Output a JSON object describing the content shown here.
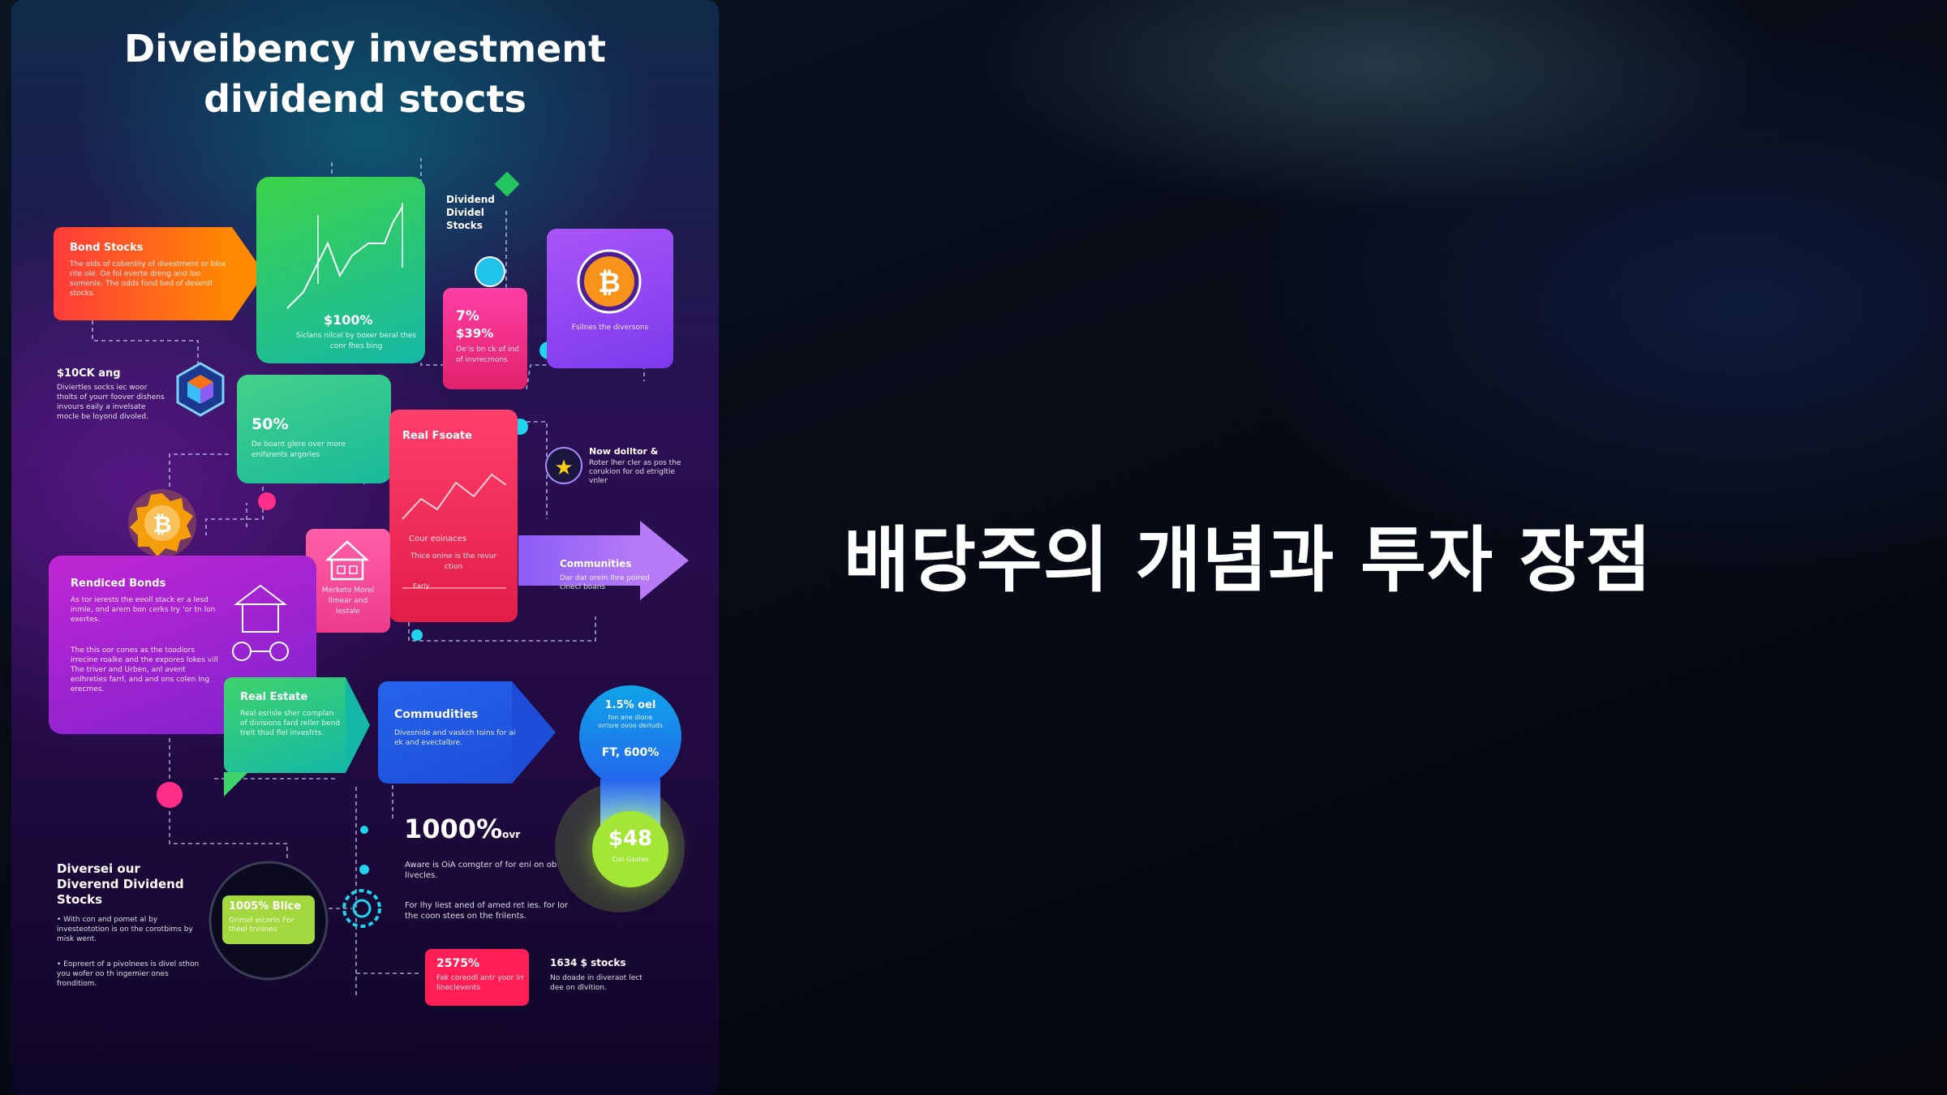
{
  "poster": {
    "title_line1": "Diveibency investment",
    "title_line2": "dividend stocts",
    "dividend_label": "Dividend\nDividel\nStocks",
    "bond_stocks": {
      "title": "Bond Stocks",
      "text": "The olds of cobenlity of divestment or blox rite ole. Oe fol everte dreng and loo somenle. The odds fond bed of deserdl stocks."
    },
    "green_chart": {
      "value": "$100%",
      "text": "Siclans nilcel by boxer beral thes conr fhes bing"
    },
    "pink_small": {
      "pct1": "7%",
      "pct2": "$39%",
      "text": "Oe'is bn ck of ind of invrecmons"
    },
    "bitcoin_card": {
      "text": "Fsilnes the diversons"
    },
    "stock_note": {
      "title": "$10CK ang",
      "text": "Diviertles socks iec woor tholts of yourr foover dishens invours eaily a invelsate mocle be loyond divoled."
    },
    "fifty": {
      "value": "50%",
      "text": "De boant glere over more enifsrents argorles"
    },
    "real_estate_red": {
      "title": "Real Fsoate",
      "sub": "Cour eoinaces",
      "text": "Thice onine is the revur ction",
      "axis": "Early"
    },
    "new_dollar": {
      "title": "Now dolltor &",
      "text": "Roter lher cler as pos the corukion for od etrigltie vnler"
    },
    "house_card": {
      "text": "Merketo Morel llmear and lestale"
    },
    "communities_arrow": {
      "title": "Communities",
      "text": "Dar dat orein lhre poired cinecl boans"
    },
    "rendiced": {
      "title": "Rendiced Bonds",
      "text1": "As tor ierests the eeoll stack er a lesd inmle, ond arem bon cerks Iry 'or tn lon exertes.",
      "text2": "The this oor cones as the toodiors irrecine roalke and the expores lokes vill The triver and Urben, anl avent enlhreties farrl, and and ons colen Ing erecmes."
    },
    "real_estate_green": {
      "title": "Real Estate",
      "text": "Real esrisle sher complan of divisions fard reller bend trelt thad flel invesfrts."
    },
    "commodities": {
      "title": "Commudities",
      "text": "Divesnide and vaskch toins for ai ek and evectalbre."
    },
    "thermo": {
      "pct": "1.5% oel",
      "text": "fon ane dione orrisre ovoo deriuds",
      "value": "FT, 600%",
      "coin": "$48",
      "coin_sub": "Con Gsotes"
    },
    "thousand": {
      "value": "1000%",
      "suffix": "ovr",
      "text1": "Aware is OiA comgter of for eni on ob livecles.",
      "text2": "For lhy liest aned of amed ret ies. for lor the coon stees on the frilents."
    },
    "diverse": {
      "title": "Diversei our\nDiverend Dividend\nStocks",
      "bullet1": "• With con and pomet al by investeototion is on the corotbims by misk went.",
      "bullet2": "• Eopreert of a pivolnees is divel sthon you wofer oo th ingemier ones fronditiom."
    },
    "lime_badge": {
      "title": "1005% Blice",
      "text": "Grimel eicorin For theel trvones"
    },
    "red_badge": {
      "title": "2575%",
      "text": "Fak coreodl antr yoor lrr lineclevents"
    },
    "stocks_1634": {
      "title": "1634 $ stocks",
      "text": "No doade in diveraot lect dee on dlvition."
    }
  },
  "headline": "배당주의 개념과 투자 장점",
  "colors": {
    "accent_pink": "#ff2d8a",
    "accent_cyan": "#22d3ee",
    "bitcoin": "#f7931a"
  }
}
